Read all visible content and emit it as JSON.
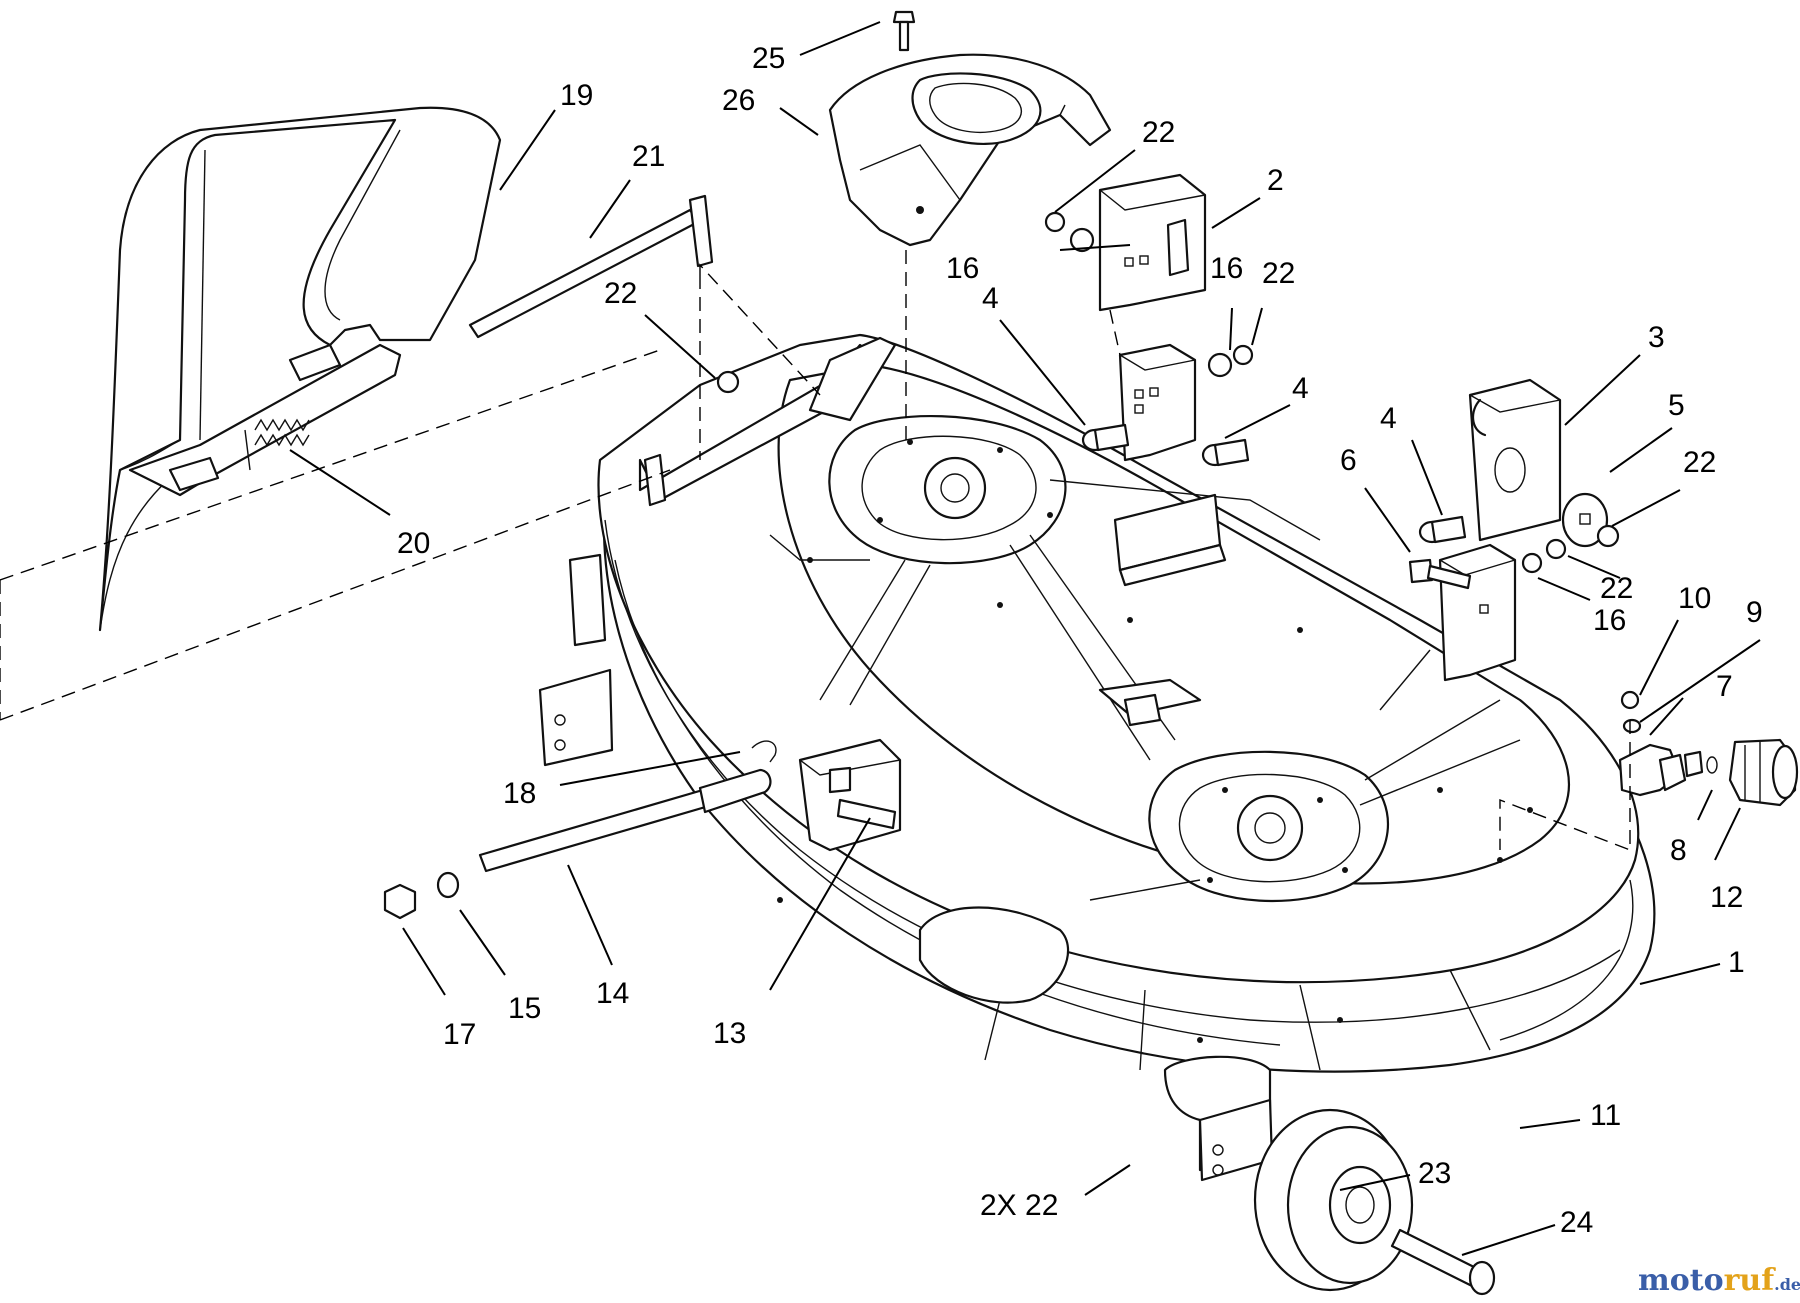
{
  "diagram": {
    "callouts": [
      {
        "id": "c1",
        "label": "1"
      },
      {
        "id": "c2",
        "label": "2"
      },
      {
        "id": "c3",
        "label": "3"
      },
      {
        "id": "c4a",
        "label": "4"
      },
      {
        "id": "c4b",
        "label": "4"
      },
      {
        "id": "c4c",
        "label": "4"
      },
      {
        "id": "c5",
        "label": "5"
      },
      {
        "id": "c6",
        "label": "6"
      },
      {
        "id": "c7",
        "label": "7"
      },
      {
        "id": "c8",
        "label": "8"
      },
      {
        "id": "c9",
        "label": "9"
      },
      {
        "id": "c10",
        "label": "10"
      },
      {
        "id": "c11",
        "label": "11"
      },
      {
        "id": "c12",
        "label": "12"
      },
      {
        "id": "c13",
        "label": "13"
      },
      {
        "id": "c14",
        "label": "14"
      },
      {
        "id": "c15",
        "label": "15"
      },
      {
        "id": "c16a",
        "label": "16"
      },
      {
        "id": "c16b",
        "label": "16"
      },
      {
        "id": "c16c",
        "label": "16"
      },
      {
        "id": "c17",
        "label": "17"
      },
      {
        "id": "c18",
        "label": "18"
      },
      {
        "id": "c19",
        "label": "19"
      },
      {
        "id": "c20",
        "label": "20"
      },
      {
        "id": "c21",
        "label": "21"
      },
      {
        "id": "c22a",
        "label": "22"
      },
      {
        "id": "c22b",
        "label": "22"
      },
      {
        "id": "c22c",
        "label": "22"
      },
      {
        "id": "c22d",
        "label": "22"
      },
      {
        "id": "c22e",
        "label": "22"
      },
      {
        "id": "c22x",
        "label": "2X 22"
      },
      {
        "id": "c23",
        "label": "23"
      },
      {
        "id": "c24",
        "label": "24"
      },
      {
        "id": "c25",
        "label": "25"
      },
      {
        "id": "c26",
        "label": "26"
      }
    ]
  },
  "watermark": {
    "brand_a": "moto",
    "brand_b": "ruf",
    "suffix": ".de",
    "color_a": "#3a5ea8",
    "color_b": "#e3a21a"
  }
}
